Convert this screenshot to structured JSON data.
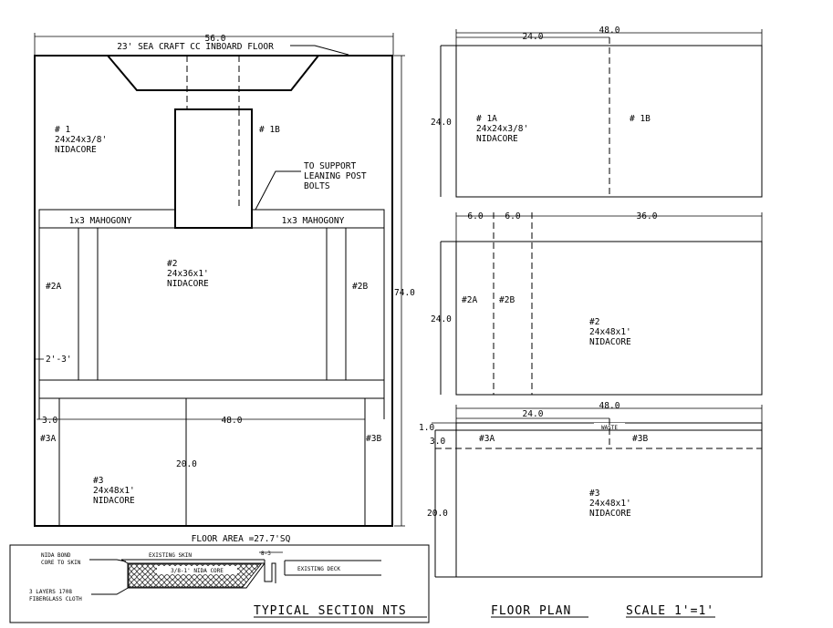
{
  "main_panel": {
    "overall_width": "56.0",
    "overall_height": "74.0",
    "title": "23' SEA CRAFT CC INBOARD FLOOR",
    "panel1": {
      "id": "# 1",
      "size": "24x24x3/8'",
      "material": "NIDACORE"
    },
    "panel1b": "# 1B",
    "support_note": [
      "TO SUPPORT",
      "LEANING POST",
      "BOLTS"
    ],
    "mahogany_left": "1x3 MAHOGONY",
    "mahogany_right": "1x3 MAHOGONY",
    "panel2": {
      "id": "#2",
      "size": "24x36x1'",
      "material": "NIDACORE"
    },
    "panel2a": "#2A",
    "panel2b": "#2B",
    "dim_2_3": "2'-3'",
    "dim_3_0": "3.0",
    "dim_48_0": "48.0",
    "dim_20_0": "20.0",
    "panel3a": "#3A",
    "panel3b": "#3B",
    "panel3": {
      "id": "#3",
      "size": "24x48x1'",
      "material": "NIDACORE"
    },
    "floor_area": "FLOOR AREA =27.7'SQ"
  },
  "section": {
    "nida_bond": [
      "NIDA BOND",
      "CORE TO SKIN"
    ],
    "existing_skin": "EXISTING SKIN",
    "core_label": "3/8-1' NIDA CORE",
    "gap_dim": "8-3",
    "existing_deck": "EXISTING DECK",
    "layers": [
      "3 LAYERS 1708",
      "FIBERGLASS CLOTH"
    ],
    "title": "TYPICAL SECTION NTS"
  },
  "plan1": {
    "dim_total": "48.0",
    "dim_half": "24.0",
    "dim_height": "24.0",
    "label_a": {
      "id": "# 1A",
      "size": "24x24x3/8'",
      "material": "NIDACORE"
    },
    "label_b": "# 1B"
  },
  "plan2": {
    "dim_a": "6.0",
    "dim_b": "6.0",
    "dim_c": "36.0",
    "dim_height": "24.0",
    "label_2a": "#2A",
    "label_2b": "#2B",
    "label_main": {
      "id": "#2",
      "size": "24x48x1'",
      "material": "NIDACORE"
    }
  },
  "plan3": {
    "dim_total": "48.0",
    "dim_half": "24.0",
    "dim_strip": "1.0",
    "waste": "WASTE",
    "dim_3_0": "3.0",
    "label_3a": "#3A",
    "label_3b": "#3B",
    "dim_height": "20.0",
    "label_main": {
      "id": "#3",
      "size": "24x48x1'",
      "material": "NIDACORE"
    }
  },
  "floor_plan_title": "FLOOR PLAN",
  "scale_title": "SCALE 1'=1'"
}
